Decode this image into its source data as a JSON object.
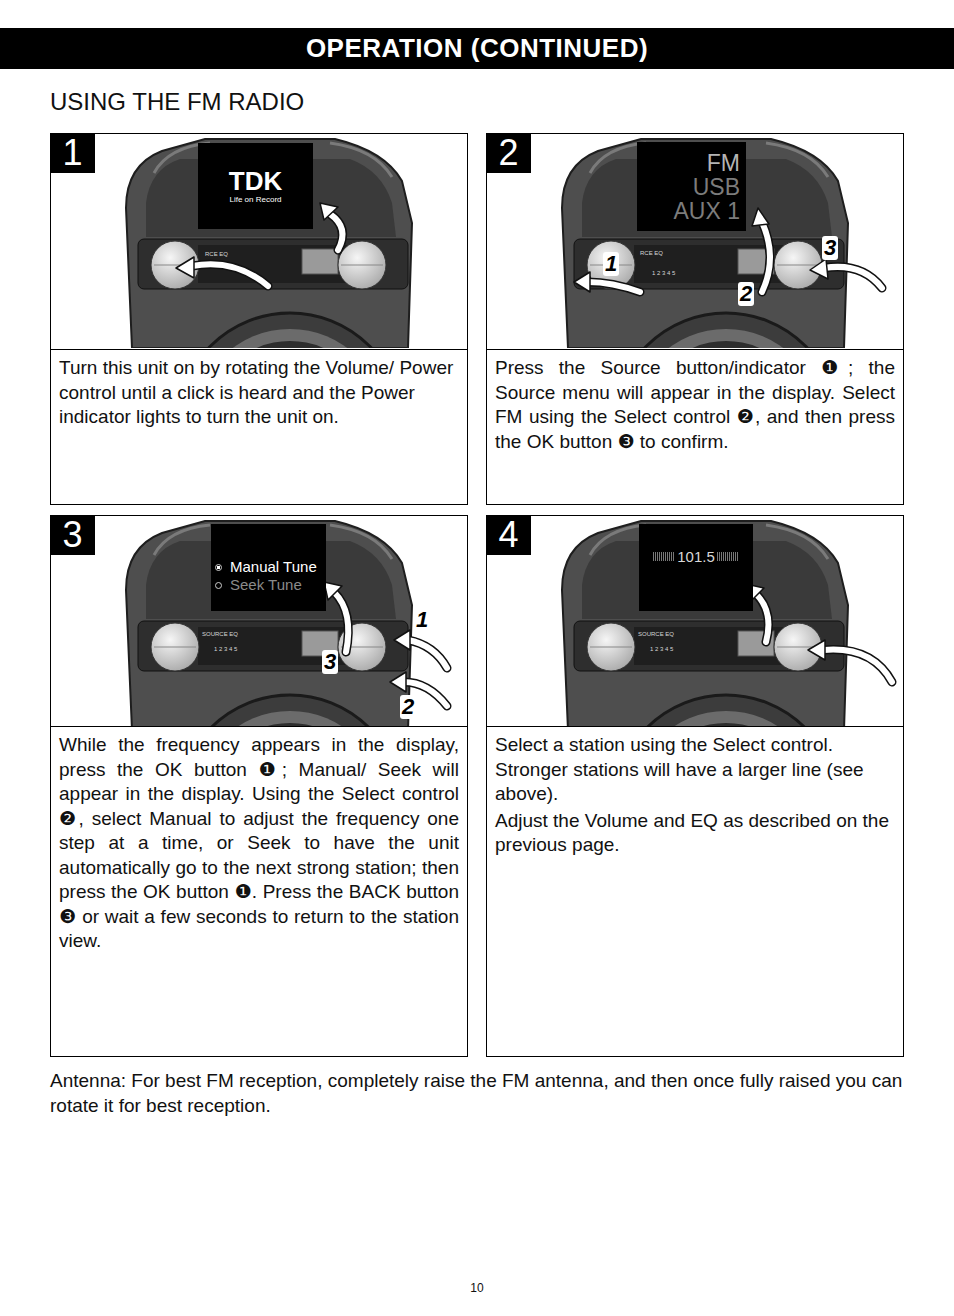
{
  "diagram": {
    "title": "USING THE FM RADIO",
    "nodes": [
      {
        "text": [
          "OPERATION (CONTINUED)"
        ]
      },
      {
        "text": [
          "1",
          "Turn this unit on by rotating the Volume/ Power control until a click is heard and the Power indicator lights to turn the unit on."
        ]
      },
      {
        "text": [
          "TDK",
          "Life on Record"
        ],
        "in": 1
      },
      {
        "text": [
          "2",
          "Press the Source button/indicator ❶; the Source menu will appear in the display. Select FM using the Select control ❷, and then press the OK button ❸ to confirm."
        ]
      },
      {
        "text": [
          "FM",
          "USB",
          "AUX 1"
        ],
        "in": 3
      },
      {
        "text": [
          "3",
          "While the frequency appears in the display, press the OK button ❶; Manual/ Seek will appear in the display. Using the Select control ❷, select Manual to adjust the frequency one step at a time, or Seek to have the unit automatically go to the next strong station; then press the OK button ❶. Press the BACK button ❸ or wait a few seconds to return to the station view."
        ]
      },
      {
        "text": [
          "Manual Tune",
          "Seek Tune"
        ],
        "in": 5
      },
      {
        "text": [
          "4",
          "Select a station using the Select control. Stronger stations will have a larger line (see above).",
          "Adjust the Volume and EQ as described on the previous page."
        ]
      },
      {
        "text": [
          "101.5"
        ],
        "in": 7
      }
    ],
    "labels": [
      "1",
      "2",
      "3",
      "1",
      "2",
      "3",
      "RCE EQ",
      "RCE EQ",
      "1 2 3 4 5",
      "SOURCE EQ",
      "1 2 3 4 5",
      "SOURCE EQ",
      "1 2 3 4 5",
      "Antenna: For best FM reception, completely raise the FM antenna, and then once fully raised you can rotate it for best reception.",
      "10"
    ]
  }
}
